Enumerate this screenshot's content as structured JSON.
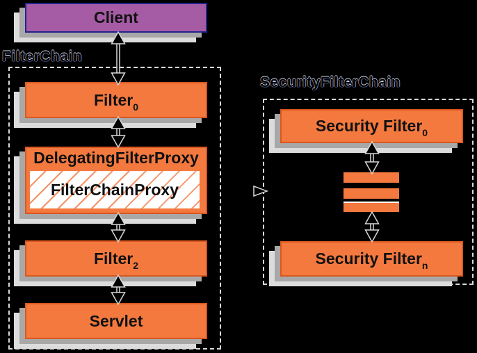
{
  "colors": {
    "background": "#000000",
    "box_orange": "#f4793e",
    "box_orange_border": "#d9571f",
    "client_purple": "#a55ca5",
    "client_purple_border": "#23238c",
    "shadow_dark": "#a8a8a8",
    "shadow_light": "#dcdcdc",
    "hatch_line": "#f49366",
    "arrow_fill": "#000000",
    "arrow_casing": "#d8d8d8",
    "text": "#111111"
  },
  "client": {
    "label": "Client"
  },
  "filter_chain": {
    "label": "FilterChain",
    "filter0": {
      "base": "Filter",
      "sub": "0"
    },
    "delegating_filter_proxy": {
      "label": "DelegatingFilterProxy"
    },
    "filter_chain_proxy": {
      "label": "FilterChainProxy"
    },
    "filter2": {
      "base": "Filter",
      "sub": "2"
    },
    "servlet": {
      "label": "Servlet"
    }
  },
  "security_filter_chain": {
    "label": "SecurityFilterChain",
    "security_filter0": {
      "base": "Security Filter",
      "sub": "0"
    },
    "security_filtern": {
      "base": "Security Filter",
      "sub": "n"
    },
    "stack_bar_count": 3
  }
}
